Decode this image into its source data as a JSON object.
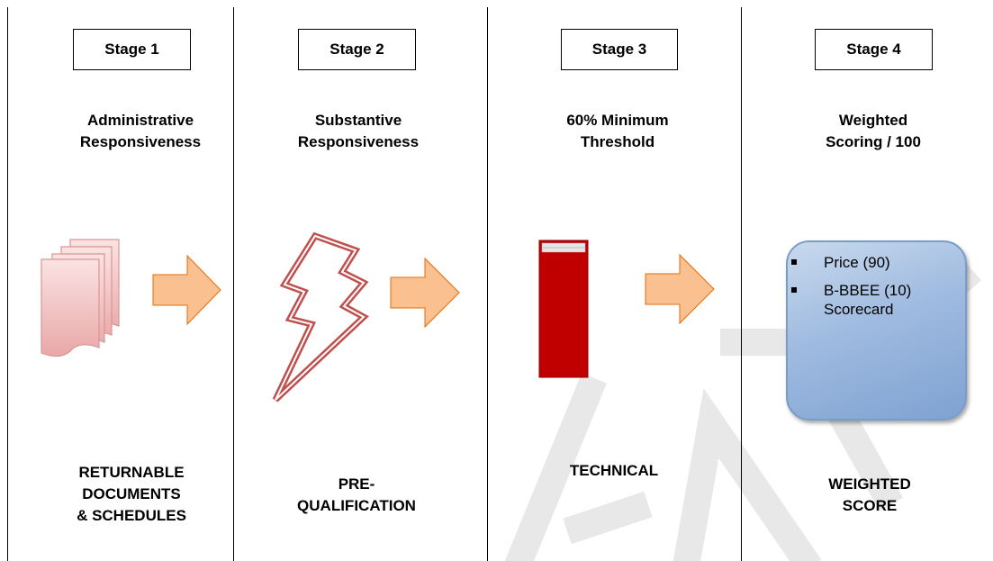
{
  "stages": [
    {
      "label": "Stage 1",
      "heading": "Administrative\nResponsiveness",
      "footer": "RETURNABLE\nDOCUMENTS\n& SCHEDULES"
    },
    {
      "label": "Stage 2",
      "heading": "Substantive\nResponsiveness",
      "footer": "PRE-\nQUALIFICATION"
    },
    {
      "label": "Stage 3",
      "heading": "60% Minimum\nThreshold",
      "footer": "TECHNICAL"
    },
    {
      "label": "Stage 4",
      "heading": "Weighted\nScoring / 100",
      "footer": "WEIGHTED\nSCORE"
    }
  ],
  "scorecard_items": [
    "Price (90)",
    "B-BBEE (10)\nScorecard"
  ],
  "colors": {
    "arrow_fill": "#fac090",
    "arrow_stroke": "#e46c0a",
    "document_pink": "#f2c4c4",
    "lightning_red": "#c0504d",
    "red_block": "#c00000",
    "scorecard_blue": "#9fbbe0",
    "watermark_gray": "#e8e8e8"
  }
}
